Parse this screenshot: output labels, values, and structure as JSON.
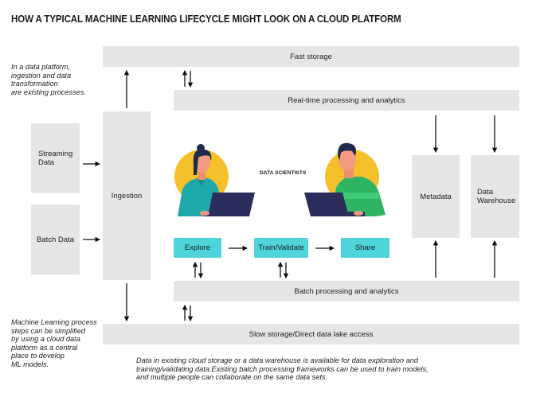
{
  "title": "HOW A TYPICAL MACHINE LEARNING LIFECYCLE MIGHT LOOK ON A CLOUD PLATFORM",
  "notes": {
    "top_left": [
      "In a data platform,",
      "ingestion and data",
      "transformation",
      "are existing processes."
    ],
    "bottom_left": [
      "Machine Learning process",
      "steps can be simplified",
      "by using a cloud data",
      "platform as a central",
      "place to develop",
      "ML models."
    ],
    "bottom_center": [
      "Data in existing cloud storage or a data warehouse is available for data exploration and",
      "training/validating data.Existing batch processing frameworks can be used to train models,",
      "and multiple people can collaborate on the same data sets."
    ]
  },
  "boxes": {
    "fast_storage": "Fast storage",
    "realtime": "Real-time processing and analytics",
    "streaming_data": [
      "Streaming",
      "Data"
    ],
    "batch_data": "Batch Data",
    "ingestion": "Ingestion",
    "metadata": "Metadata",
    "data_warehouse": [
      "Data",
      "Warehouse"
    ],
    "batch_processing": "Batch processing and analytics",
    "slow_storage": "Slow storage/Direct data lake access"
  },
  "steps": [
    "Explore",
    "Train/Validate",
    "Share"
  ],
  "illustration": {
    "label": "DATA SCIENTISTS",
    "people": [
      "woman-with-laptop",
      "man-with-laptop"
    ]
  },
  "colors": {
    "box_gray": "#e6e6e6",
    "step_teal": "#4fd4dc",
    "sun_yellow": "#f5c02a",
    "laptop_navy": "#2b2d5c"
  }
}
